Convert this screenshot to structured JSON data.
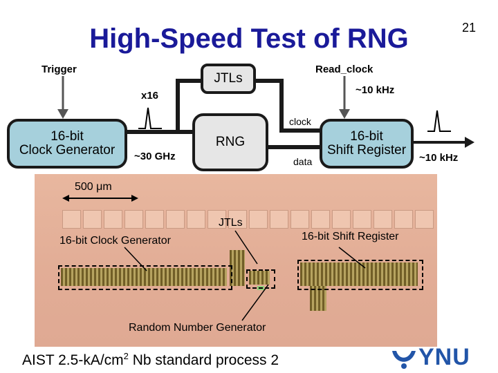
{
  "slide": {
    "title": "High-Speed Test of RNG",
    "page_number": "21"
  },
  "diagram": {
    "trigger": "Trigger",
    "read_clock": "Read_clock",
    "x16": "x16",
    "freq_read": "~10 kHz",
    "freq_clock": "~30 GHz",
    "freq_out": "~10 kHz",
    "clock": "clock",
    "data": "data",
    "blocks": {
      "jtls": "JTLs",
      "rng": "RNG",
      "clock_generator": "16-bit\nClock Generator",
      "shift_register": "16-bit\nShift Register"
    },
    "colors": {
      "block_blue": "#a6d0dc",
      "block_grey": "#e6e6e6",
      "wire": "#1a1a1a"
    }
  },
  "photo": {
    "scale": "500 μm",
    "jtls": "JTLs",
    "clock_generator": "16-bit Clock Generator",
    "shift_register": "16-bit Shift Register",
    "rng": "Random Number Generator"
  },
  "footer": {
    "text_main": "AIST 2.5-kA/cm",
    "superscript": "2",
    "text_rest": " Nb standard process 2"
  },
  "logo": {
    "text": "YNU",
    "color": "#2255a8"
  }
}
